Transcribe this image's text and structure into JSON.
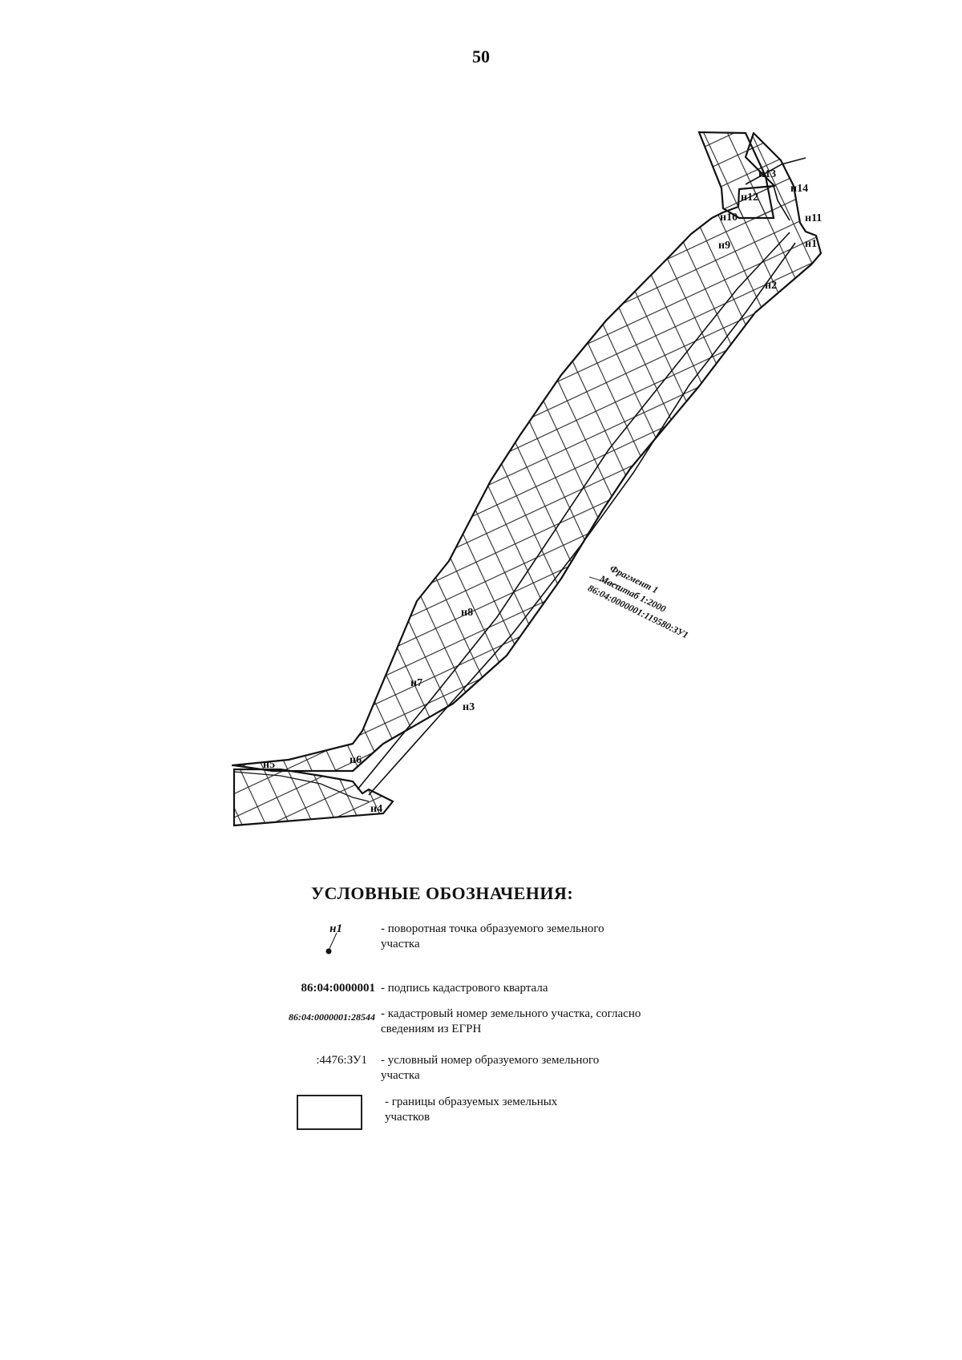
{
  "page_number": "50",
  "map": {
    "points": [
      "н1",
      "н2",
      "н3",
      "н4",
      "н5",
      "н6",
      "н7",
      "н8",
      "н9",
      "н10",
      "н11",
      "н12",
      "н13",
      "н14"
    ],
    "fragment": {
      "title": "Фрагмент 1",
      "scale": "Масштаб 1:2000",
      "parcel": "86:04:0000001:119580:ЗУ1"
    }
  },
  "legend": {
    "title": "УСЛОВНЫЕ ОБОЗНАЧЕНИЯ:",
    "items": [
      {
        "symbol": "н1",
        "description": "- поворотная точка образуемого земельного участка"
      },
      {
        "symbol": "86:04:0000001",
        "description": "- подпись кадастрового квартала"
      },
      {
        "symbol": "86:04:0000001:28544",
        "description": "- кадастровый номер земельного участка, согласно сведениям из ЕГРН"
      },
      {
        "symbol": ":4476:ЗУ1",
        "description": "- условный номер образуемого земельного участка"
      },
      {
        "symbol": "",
        "description": "- границы образуемых земельных участков"
      }
    ]
  }
}
